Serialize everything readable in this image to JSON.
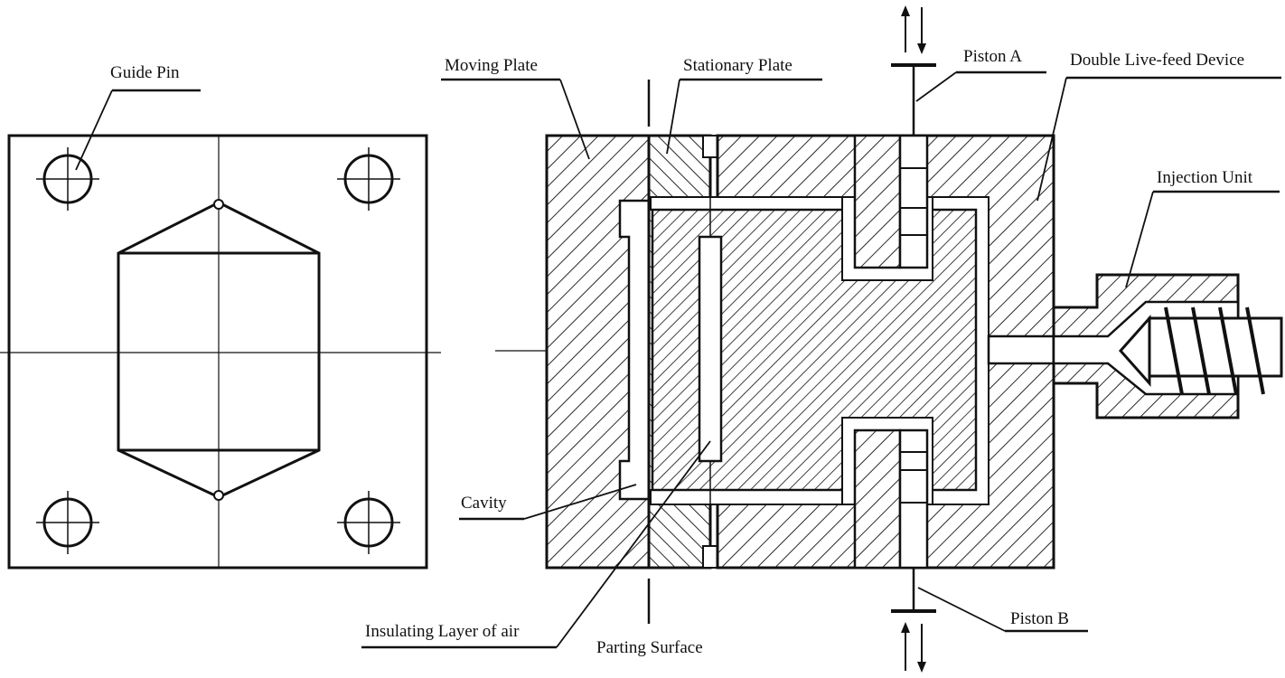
{
  "labels": {
    "guide_pin": "Guide Pin",
    "moving_plate": "Moving Plate",
    "stationary_plate": "Stationary Plate",
    "piston_a": "Piston A",
    "double_live_feed": "Double Live-feed Device",
    "injection_unit": "Injection Unit",
    "cavity": "Cavity",
    "insulating_layer": "Insulating Layer of air",
    "parting_surface": "Parting Surface",
    "piston_b": "Piston B"
  },
  "colors": {
    "line": "#111111",
    "background": "#ffffff"
  }
}
